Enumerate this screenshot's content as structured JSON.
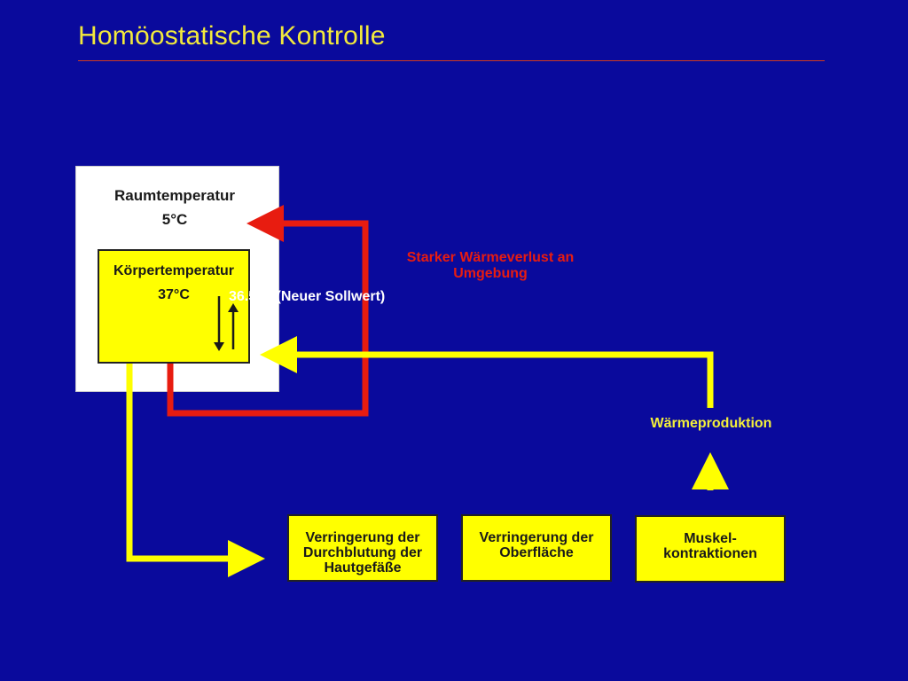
{
  "slide": {
    "title": "Homöostatische Kontrolle"
  },
  "environment": {
    "label": "Raumtemperatur",
    "temperature": "5°C"
  },
  "body": {
    "label": "Körpertemperatur",
    "temperature": "37°C",
    "new_setpoint": "36.5°C (Neuer Sollwert)"
  },
  "heat_loss": {
    "label": "Starker Wärmeverlust an Umgebung"
  },
  "heat_production": {
    "label": "Wärmeproduktion"
  },
  "effectors": [
    {
      "label": "Verringerung der Durchblutung der Hautgefäße"
    },
    {
      "label": "Verringerung der Oberfläche"
    },
    {
      "label": "Muskel- kontraktionen"
    }
  ],
  "colors": {
    "background": "#0a0a9c",
    "heat_loss_arrow": "#e81c10",
    "control_arrow": "#ffff00",
    "title": "#f2e93c"
  }
}
